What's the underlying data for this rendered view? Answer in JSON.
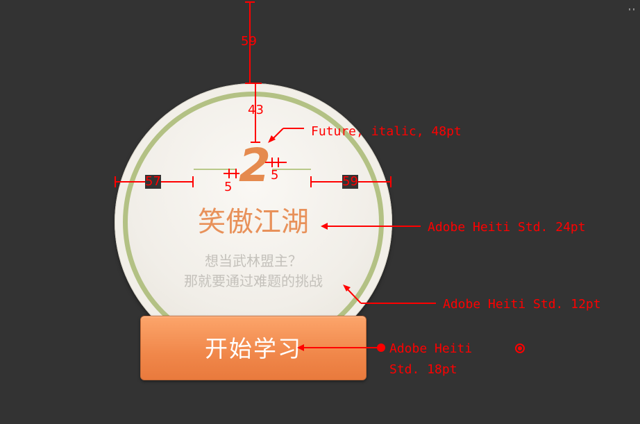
{
  "card": {
    "level_number": "2",
    "title": "笑傲江湖",
    "subtitle_line1": "想当武林盟主？",
    "subtitle_line2": "那就要通过难题的挑战",
    "start_button": "开始学习"
  },
  "annotations": {
    "dim_top": "59",
    "dim_inner_top": "43",
    "dim_left": "57",
    "dim_right": "59",
    "dim_gap_left": "5",
    "dim_gap_right": "5",
    "font_number": "Future, italic, 48pt",
    "font_title": "Adobe Heiti Std. 24pt",
    "font_subtitle": "Adobe Heiti Std. 12pt",
    "font_button_line1": "Adobe Heiti",
    "font_button_line2": "Std. 18pt"
  },
  "colors": {
    "background": "#333333",
    "accent_orange": "#e8915a",
    "ring_green": "#b3c184",
    "annotation_red": "#ff0000"
  }
}
